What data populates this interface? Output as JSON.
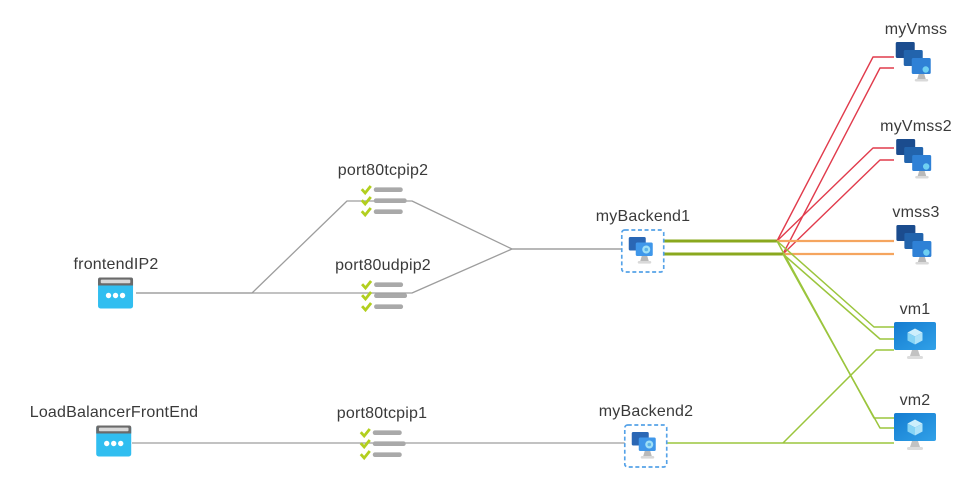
{
  "diagram": {
    "background": "#ffffff",
    "nodes": [
      {
        "id": "frontendIP2",
        "label": "frontendIP2",
        "icon": "frontend-ip"
      },
      {
        "id": "port80tcpip2",
        "label": "port80tcpip2",
        "icon": "lb-rule-checklist"
      },
      {
        "id": "port80udpip2",
        "label": "port80udpip2",
        "icon": "lb-rule-checklist"
      },
      {
        "id": "myBackend1",
        "label": "myBackend1",
        "icon": "backend-pool"
      },
      {
        "id": "LoadBalancerFrontEnd",
        "label": "LoadBalancerFrontEnd",
        "icon": "frontend-ip"
      },
      {
        "id": "port80tcpip1",
        "label": "port80tcpip1",
        "icon": "lb-rule-checklist"
      },
      {
        "id": "myBackend2",
        "label": "myBackend2",
        "icon": "backend-pool"
      },
      {
        "id": "myVmss",
        "label": "myVmss",
        "icon": "vmss"
      },
      {
        "id": "myVmss2",
        "label": "myVmss2",
        "icon": "vmss"
      },
      {
        "id": "vmss3",
        "label": "vmss3",
        "icon": "vmss"
      },
      {
        "id": "vm1",
        "label": "vm1",
        "icon": "vm"
      },
      {
        "id": "vm2",
        "label": "vm2",
        "icon": "vm"
      }
    ],
    "edges": [
      {
        "id": "e_fip2_tcp2",
        "from": "frontendIP2",
        "to": "port80tcpip2",
        "color": "gray"
      },
      {
        "id": "e_fip2_udp2",
        "from": "frontendIP2",
        "to": "port80udpip2",
        "color": "gray"
      },
      {
        "id": "e_tcp2_be1",
        "from": "port80tcpip2",
        "to": "myBackend1",
        "color": "gray"
      },
      {
        "id": "e_udp2_be1",
        "from": "port80udpip2",
        "to": "myBackend1",
        "color": "gray"
      },
      {
        "id": "e_lbfe_tcp1",
        "from": "LoadBalancerFrontEnd",
        "to": "port80tcpip1",
        "color": "gray"
      },
      {
        "id": "e_tcp1_be2",
        "from": "port80tcpip1",
        "to": "myBackend2",
        "color": "gray"
      },
      {
        "id": "t_be1_r1",
        "from": "myBackend1",
        "to": "fanout",
        "color": "olive"
      },
      {
        "id": "t_be1_r2",
        "from": "myBackend1",
        "to": "fanout",
        "color": "olive"
      },
      {
        "id": "r_vmss_1",
        "from": "myBackend1",
        "to": "myVmss",
        "color": "red"
      },
      {
        "id": "r_vmss_2",
        "from": "myBackend1",
        "to": "myVmss",
        "color": "red"
      },
      {
        "id": "r_vmss2_1",
        "from": "myBackend1",
        "to": "myVmss2",
        "color": "red"
      },
      {
        "id": "r_vmss2_2",
        "from": "myBackend1",
        "to": "myVmss2",
        "color": "red"
      },
      {
        "id": "o_vmss3_1",
        "from": "myBackend1",
        "to": "vmss3",
        "color": "orange"
      },
      {
        "id": "o_vmss3_2",
        "from": "myBackend1",
        "to": "vmss3",
        "color": "orange"
      },
      {
        "id": "g_vm1_1",
        "from": "myBackend1",
        "to": "vm1",
        "color": "green"
      },
      {
        "id": "g_vm1_2",
        "from": "myBackend1",
        "to": "vm1",
        "color": "green"
      },
      {
        "id": "g_vm2_1",
        "from": "myBackend1",
        "to": "vm2",
        "color": "green"
      },
      {
        "id": "g_vm2_2",
        "from": "myBackend1",
        "to": "vm2",
        "color": "green"
      },
      {
        "id": "g_be2_vm2",
        "from": "myBackend2",
        "to": "vm2",
        "color": "green"
      },
      {
        "id": "g_be2_vm1",
        "from": "myBackend2",
        "to": "vm1",
        "color": "green"
      }
    ],
    "colors": {
      "gray": "#9d9d9d",
      "olive": "#8aa81e",
      "red": "#e13b4c",
      "orange": "#f5a55f",
      "green": "#9bc53d",
      "check_green": "#b2cf1f",
      "icon_cyan": "#31bef0",
      "icon_blue": "#2f81d6"
    }
  }
}
